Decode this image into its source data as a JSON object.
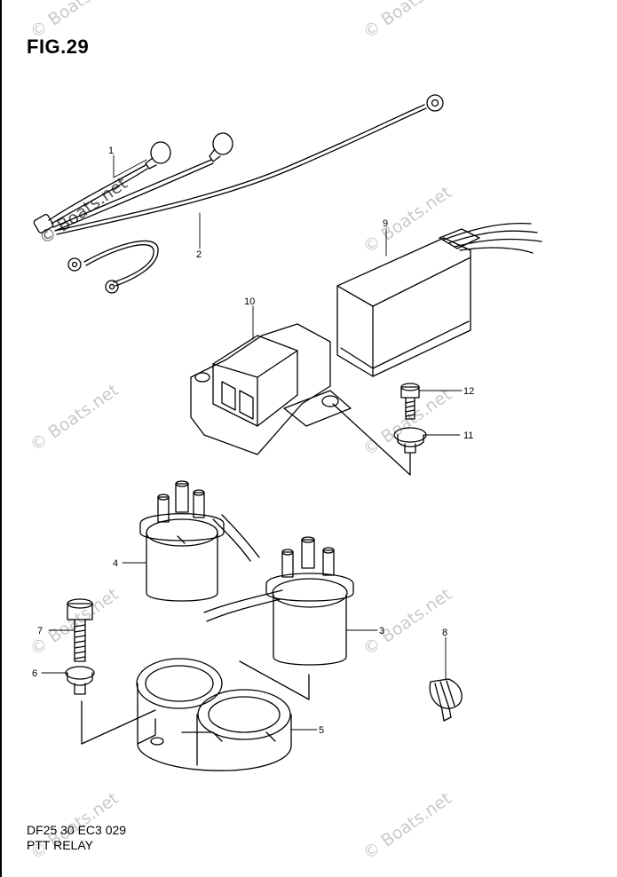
{
  "figure": {
    "title": "FIG.29",
    "footer_code": "DF25 30 EC3 029",
    "footer_title": "PTT RELAY"
  },
  "watermark": {
    "text": "© Boats.net"
  },
  "callouts": [
    {
      "number": "1"
    },
    {
      "number": "2"
    },
    {
      "number": "3"
    },
    {
      "number": "4"
    },
    {
      "number": "5"
    },
    {
      "number": "6"
    },
    {
      "number": "7"
    },
    {
      "number": "8"
    },
    {
      "number": "9"
    },
    {
      "number": "10"
    },
    {
      "number": "11"
    },
    {
      "number": "12"
    }
  ]
}
